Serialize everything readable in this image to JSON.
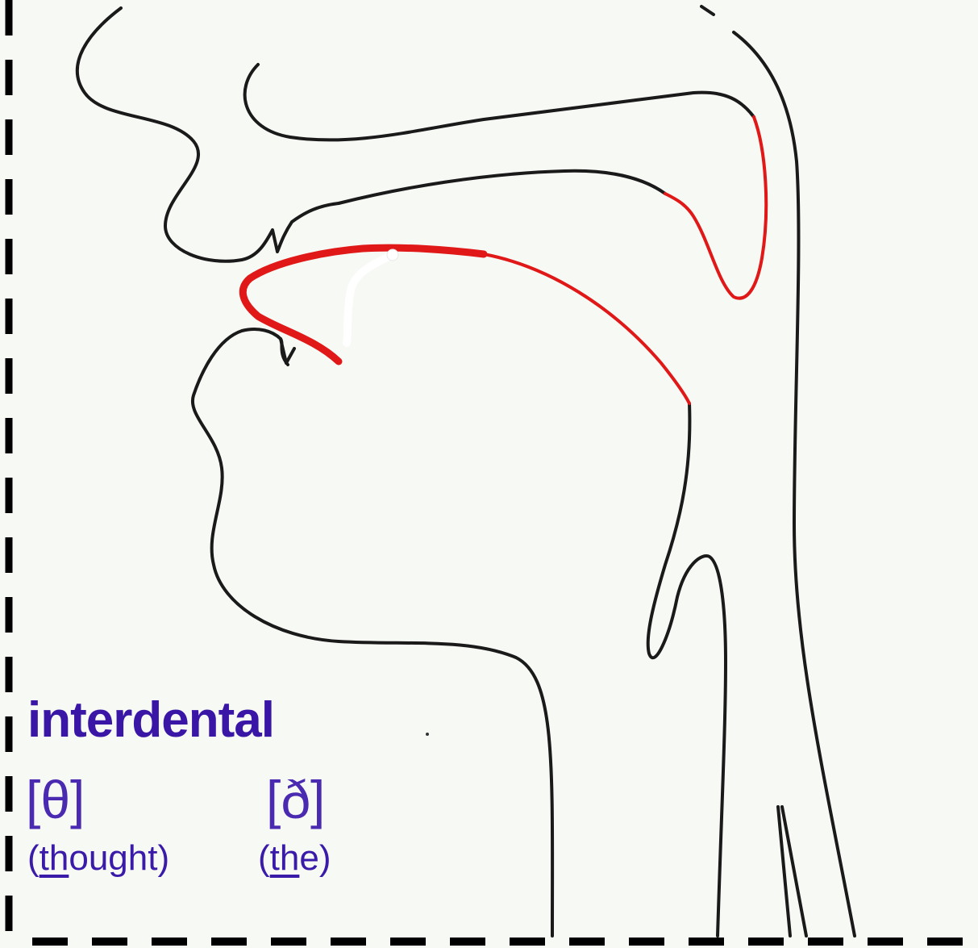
{
  "label": {
    "manner": "interdental",
    "sounds": [
      {
        "symbol": "[θ]",
        "example_prefix": "(",
        "example_underlined": "th",
        "example_suffix": "ought)"
      },
      {
        "symbol": "[ð]",
        "example_prefix": "(",
        "example_underlined": "th",
        "example_suffix": "e)"
      }
    ]
  },
  "colors": {
    "outline": "#1a1a1a",
    "highlight": "#e01818",
    "label": "#3a1aa8",
    "background": "#f6f9f4"
  }
}
